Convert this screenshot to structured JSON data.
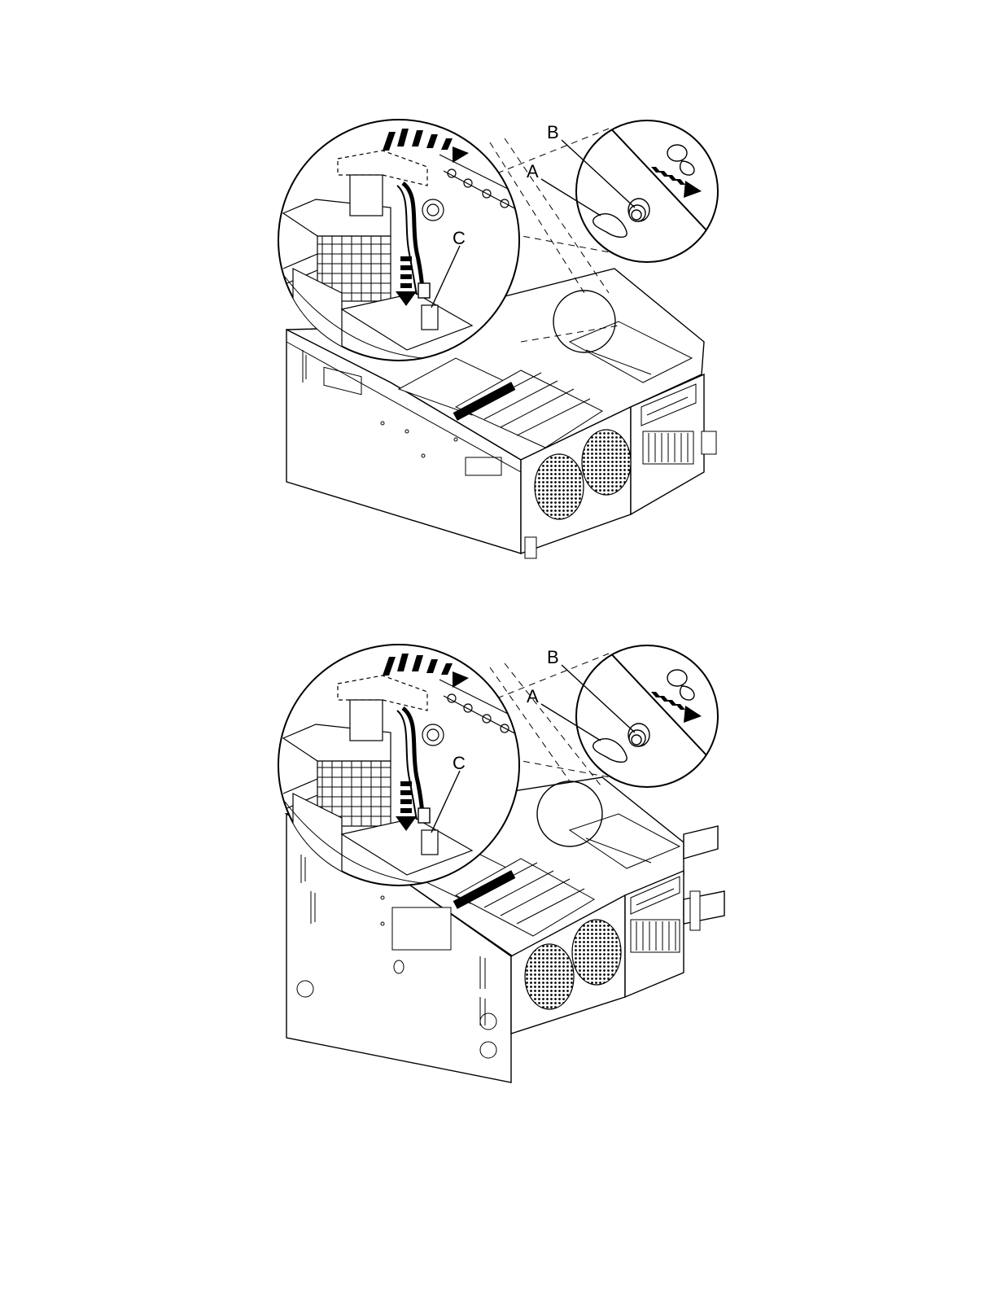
{
  "figures": [
    {
      "variant": "rack",
      "callouts": {
        "a": "A",
        "b": "B",
        "c": "C"
      }
    },
    {
      "variant": "deskside",
      "callouts": {
        "a": "A",
        "b": "B",
        "c": "C"
      }
    }
  ],
  "colors": {
    "line": "#000000",
    "background": "#ffffff",
    "shade": "#555555"
  },
  "icons": [
    "push-direction-arrow-icon",
    "fan-grille-icon",
    "thumbscrew-icon",
    "cable-connector-icon"
  ]
}
